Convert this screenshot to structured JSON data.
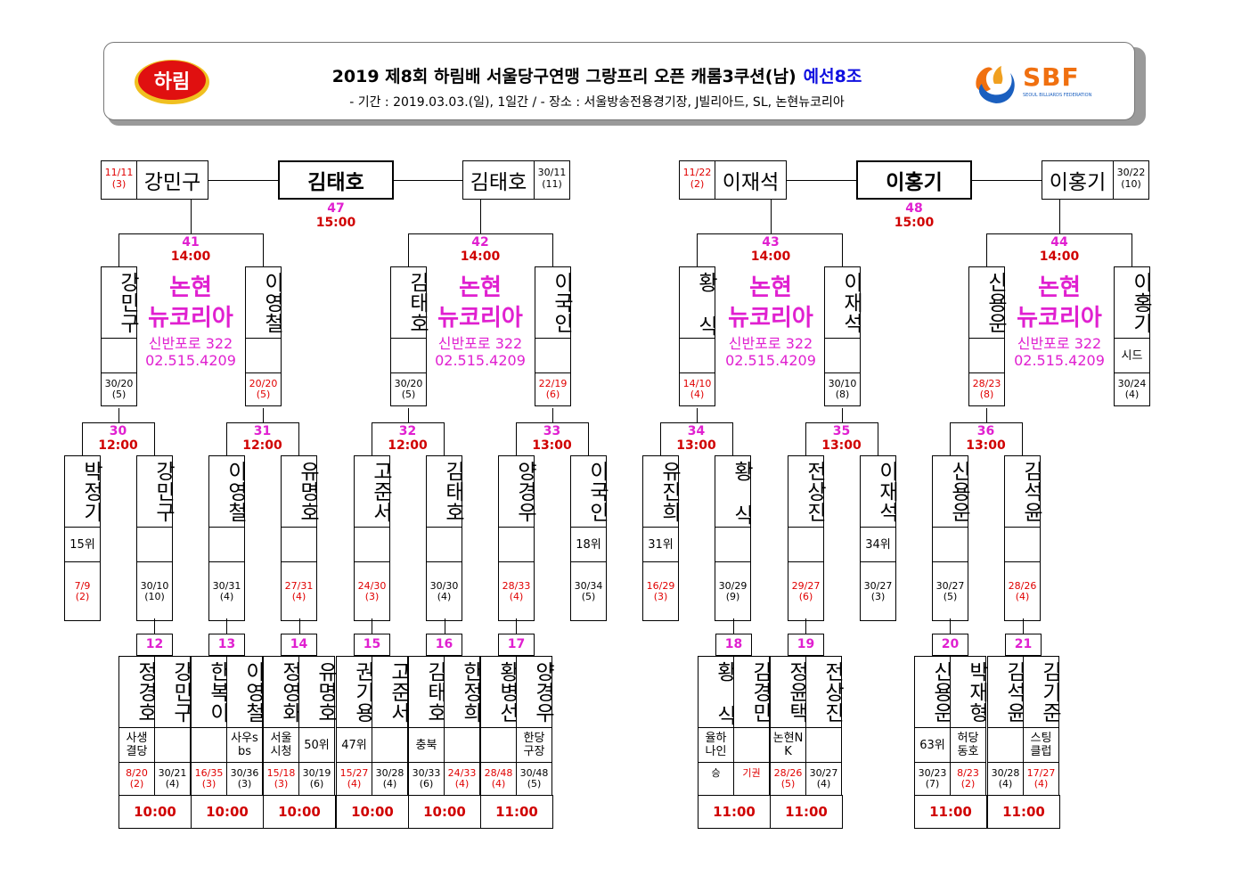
{
  "header": {
    "logo_left": "하림",
    "title": "2019 제8회 하림배 서울당구연맹 그랑프리 오픈 캐롬3쿠션(남)",
    "group": "예선8조",
    "subtitle": "- 기간 : 2019.03.03.(일), 1일간 / - 장소 : 서울방송전용경기장, J빌리아드, SL, 논현뉴코리아",
    "logo_right": "SBF",
    "logo_right_sub": "SEOUL BILLIARDS FEDERATION"
  },
  "finals": [
    {
      "left_score": "11/11",
      "left_seed": "(3)",
      "left_name": "강민구",
      "winner": "김태호",
      "right_name": "김태호",
      "right_score": "30/11",
      "right_seed": "(11)",
      "match_no": "47",
      "time": "15:00"
    },
    {
      "left_score": "11/22",
      "left_seed": "(2)",
      "left_name": "이재석",
      "winner": "이홍기",
      "right_name": "이홍기",
      "right_score": "30/22",
      "right_seed": "(10)",
      "match_no": "48",
      "time": "15:00"
    }
  ],
  "venue": {
    "name1": "논현",
    "name2": "뉴코리아",
    "address": "신반포로 322",
    "phone": "02.515.4209"
  },
  "round3": [
    {
      "match_no": "41",
      "time": "14:00",
      "left": "강민구",
      "left_note": "",
      "left_score": "30/20",
      "left_seed": "(5)",
      "left_red": false,
      "right": "이영철",
      "right_note": "",
      "right_score": "20/20",
      "right_seed": "(5)",
      "right_red": true
    },
    {
      "match_no": "42",
      "time": "14:00",
      "left": "김태호",
      "left_note": "",
      "left_score": "30/20",
      "left_seed": "(5)",
      "left_red": false,
      "right": "이국인",
      "right_note": "",
      "right_score": "22/19",
      "right_seed": "(6)",
      "right_red": true
    },
    {
      "match_no": "43",
      "time": "14:00",
      "left": "황 식",
      "left_note": "",
      "left_score": "14/10",
      "left_seed": "(4)",
      "left_red": true,
      "right": "이재석",
      "right_note": "",
      "right_score": "30/10",
      "right_seed": "(8)",
      "right_red": false
    },
    {
      "match_no": "44",
      "time": "14:00",
      "left": "신용운",
      "left_note": "",
      "left_score": "28/23",
      "left_seed": "(8)",
      "left_red": true,
      "right": "이홍기",
      "right_note": "시드",
      "right_score": "30/24",
      "right_seed": "(4)",
      "right_red": false
    }
  ],
  "round2": [
    {
      "match_no": "30",
      "time": "12:00",
      "left": "박정기",
      "left_note": "15위",
      "left_score": "7/9",
      "left_seed": "(2)",
      "left_red": true,
      "right": "강민구",
      "right_note": "",
      "right_score": "30/10",
      "right_seed": "(10)",
      "right_red": false
    },
    {
      "match_no": "31",
      "time": "12:00",
      "left": "이영철",
      "left_note": "",
      "left_score": "30/31",
      "left_seed": "(4)",
      "left_red": false,
      "right": "유명호",
      "right_note": "",
      "right_score": "27/31",
      "right_seed": "(4)",
      "right_red": true
    },
    {
      "match_no": "32",
      "time": "12:00",
      "left": "고준서",
      "left_note": "",
      "left_score": "24/30",
      "left_seed": "(3)",
      "left_red": true,
      "right": "김태호",
      "right_note": "",
      "right_score": "30/30",
      "right_seed": "(4)",
      "right_red": false
    },
    {
      "match_no": "33",
      "time": "13:00",
      "left": "양경우",
      "left_note": "",
      "left_score": "28/33",
      "left_seed": "(4)",
      "left_red": true,
      "right": "이국인",
      "right_note": "18위",
      "right_score": "30/34",
      "right_seed": "(5)",
      "right_red": false
    },
    {
      "match_no": "34",
      "time": "13:00",
      "left": "유진희",
      "left_note": "31위",
      "left_score": "16/29",
      "left_seed": "(3)",
      "left_red": true,
      "right": "황 식",
      "right_note": "",
      "right_score": "30/29",
      "right_seed": "(9)",
      "right_red": false
    },
    {
      "match_no": "35",
      "time": "13:00",
      "left": "전상진",
      "left_note": "",
      "left_score": "29/27",
      "left_seed": "(6)",
      "left_red": true,
      "right": "이재석",
      "right_note": "34위",
      "right_score": "30/27",
      "right_seed": "(3)",
      "right_red": false
    },
    {
      "match_no": "36",
      "time": "13:00",
      "left": "신용운",
      "left_note": "",
      "left_score": "30/27",
      "left_seed": "(5)",
      "left_red": false,
      "right": "김석윤",
      "right_note": "",
      "right_score": "28/26",
      "right_seed": "(4)",
      "right_red": true
    }
  ],
  "round1": [
    {
      "match_no": "12",
      "left": "정경호",
      "left_note": "사생결당",
      "left_score": "8/20",
      "left_seed": "(2)",
      "left_red": true,
      "right": "강민구",
      "right_note": "",
      "right_score": "30/21",
      "right_seed": "(4)",
      "right_red": false
    },
    {
      "match_no": "13",
      "left": "한복이",
      "left_note": "",
      "left_score": "16/35",
      "left_seed": "(3)",
      "left_red": true,
      "right": "이영철",
      "right_note": "사우sbs",
      "right_score": "30/36",
      "right_seed": "(3)",
      "right_red": false
    },
    {
      "match_no": "14",
      "left": "정영화",
      "left_note": "서울시청",
      "left_score": "15/18",
      "left_seed": "(3)",
      "left_red": true,
      "right": "유명호",
      "right_note": "50위",
      "right_score": "30/19",
      "right_seed": "(6)",
      "right_red": false
    },
    {
      "match_no": "15",
      "left": "권기용",
      "left_note": "47위",
      "left_score": "15/27",
      "left_seed": "(4)",
      "left_red": true,
      "right": "고준서",
      "right_note": "",
      "right_score": "30/28",
      "right_seed": "(4)",
      "right_red": false
    },
    {
      "match_no": "16",
      "left": "김태호",
      "left_note": "충북",
      "left_score": "30/33",
      "left_seed": "(6)",
      "left_red": false,
      "right": "한정희",
      "right_note": "",
      "right_score": "24/33",
      "right_seed": "(4)",
      "right_red": true
    },
    {
      "match_no": "17",
      "left": "황병선",
      "left_note": "",
      "left_score": "28/48",
      "left_seed": "(4)",
      "left_red": true,
      "right": "양경우",
      "right_note": "한당구장",
      "right_score": "30/48",
      "right_seed": "(5)",
      "right_red": false
    },
    {
      "match_no": "18",
      "left": "황 식",
      "left_note": "율하나인",
      "left_score": "승",
      "left_seed": "",
      "left_red": false,
      "right": "김경민",
      "right_note": "",
      "right_score": "기권",
      "right_seed": "",
      "right_red": true
    },
    {
      "match_no": "19",
      "left": "정윤택",
      "left_note": "논현NK",
      "left_score": "28/26",
      "left_seed": "(5)",
      "left_red": true,
      "right": "전상진",
      "right_note": "",
      "right_score": "30/27",
      "right_seed": "(4)",
      "right_red": false
    },
    {
      "match_no": "20",
      "left": "신용운",
      "left_note": "63위",
      "left_score": "30/23",
      "left_seed": "(7)",
      "left_red": false,
      "right": "박재형",
      "right_note": "허당동호",
      "right_score": "8/23",
      "right_seed": "(2)",
      "right_red": true
    },
    {
      "match_no": "21",
      "left": "김석윤",
      "left_note": "",
      "left_score": "30/28",
      "left_seed": "(4)",
      "left_red": false,
      "right": "김기준",
      "right_note": "스팅클럽",
      "right_score": "17/27",
      "right_seed": "(4)",
      "right_red": true
    }
  ],
  "round1_times": [
    "10:00",
    "10:00",
    "10:00",
    "10:00",
    "10:00",
    "11:00",
    "11:00",
    "11:00",
    "11:00",
    "11:00"
  ]
}
